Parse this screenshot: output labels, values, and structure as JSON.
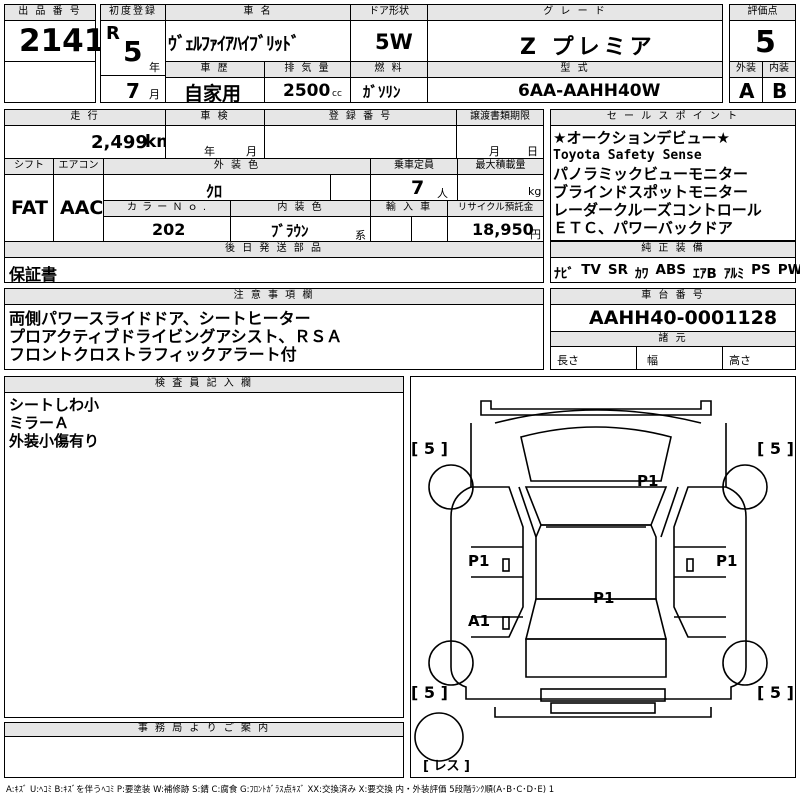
{
  "header_labels": {
    "lot_no": "出 品 番 号",
    "first_reg": "初度登録",
    "car_name": "車 名",
    "door": "ドア形状",
    "grade": "グ レ ー ド",
    "score": "評価点",
    "history": "車 歴",
    "displacement": "排 気 量",
    "fuel": "燃 料",
    "model_type": "型 式",
    "exterior": "外装",
    "interior": "内装",
    "mileage": "走 行",
    "inspection": "車 検",
    "reg_no": "登 録 番 号",
    "transfer_deadline": "譲渡書類期限",
    "sales_points": "セ ー ル ス ポ イ ン ト",
    "shift": "シフト",
    "aircon": "エアコン",
    "ext_color": "外 装 色",
    "capacity": "乗車定員",
    "max_load": "最大積載量",
    "color_no": "カ ラ ー Ｎ ｏ .",
    "int_color": "内 装 色",
    "import": "輸 入 車",
    "recycle": "リサイクル預託金",
    "later_parts": "後 日 発 送 部 品",
    "standard_equipment": "純 正 装 備",
    "notes": "注 意 事 項 欄",
    "chassis_no": "車 台 番 号",
    "dimensions": "諸 元",
    "inspector": "検 査 員 記 入 欄",
    "office": "事 務 局 よ り ご 案 内"
  },
  "lot_no": "2141",
  "era": "R",
  "year": "5",
  "year_unit": "年",
  "month": "7",
  "month_unit": "月",
  "car_name": "ｳﾞｪﾙﾌｧｲｱﾊｲﾌﾞﾘｯﾄﾞ",
  "door": "5W",
  "grade": "Z プレミア",
  "score": "5",
  "history": "自家用",
  "displacement": "2500",
  "displacement_unit": "cc",
  "fuel": "ｶﾞｿﾘﾝ",
  "model_type": "6AA-AAHH40W",
  "exterior_grade": "A",
  "interior_grade": "B",
  "mileage": "2,499",
  "mileage_unit": "km",
  "insp_year_unit": "年",
  "insp_month_unit": "月",
  "transfer_month_unit": "月",
  "transfer_day_unit": "日",
  "sales_points": [
    "★オークションデビュー★",
    "Toyota Safety Sense",
    "パノラミックビューモニター",
    "ブラインドスポットモニター",
    "レーダークルーズコントロール",
    "ＥＴＣ、パワーバックドア"
  ],
  "shift": "FAT",
  "aircon": "AAC",
  "ext_color": "ｸﾛ",
  "capacity": "7",
  "capacity_unit": "人",
  "max_load_unit": "kg",
  "color_no": "202",
  "int_color": "ﾌﾞﾗｳﾝ",
  "int_color_unit": "系",
  "recycle": "18,950",
  "recycle_unit": "円",
  "later_parts": "保証書",
  "standard_equipment": [
    "ﾅﾋﾞ",
    "TV",
    "SR",
    "ｶﾜ",
    "ABS",
    "ｴｱB",
    "ｱﾙﾐ",
    "PS",
    "PW"
  ],
  "notes": [
    "両側パワースライドドア、シートヒーター",
    "プロアクティブドライビングアシスト、ＲＳＡ",
    "フロントクロストラフィックアラート付"
  ],
  "chassis_no": "AAHH40-0001128",
  "dim_length": "長さ",
  "dim_width": "幅",
  "dim_height": "高さ",
  "inspector_notes": [
    "シートしわ小",
    "ミラーＡ",
    "外装小傷有り"
  ],
  "diagram": {
    "tire_fl": "5",
    "tire_fr": "5",
    "tire_rl": "5",
    "tire_rr": "5",
    "spare": "レス",
    "roof": "P1",
    "left_front_door": "P1",
    "right_front_door": "P1",
    "hood_area": "P1",
    "left_rear": "A1"
  },
  "legend": "A:ｷｽﾞ U:ﾍｺﾐ B:ｷｽﾞを伴うﾍｺﾐ P:要塗装 W:補修跡 S:錆 C:腐食 G:ﾌﾛﾝﾄｶﾞﾗｽ点ｷｽﾞ XX:交換済み X:要交換 内・外装評価 5段階ﾗﾝｸ順(A･B･C･D･E) 1"
}
